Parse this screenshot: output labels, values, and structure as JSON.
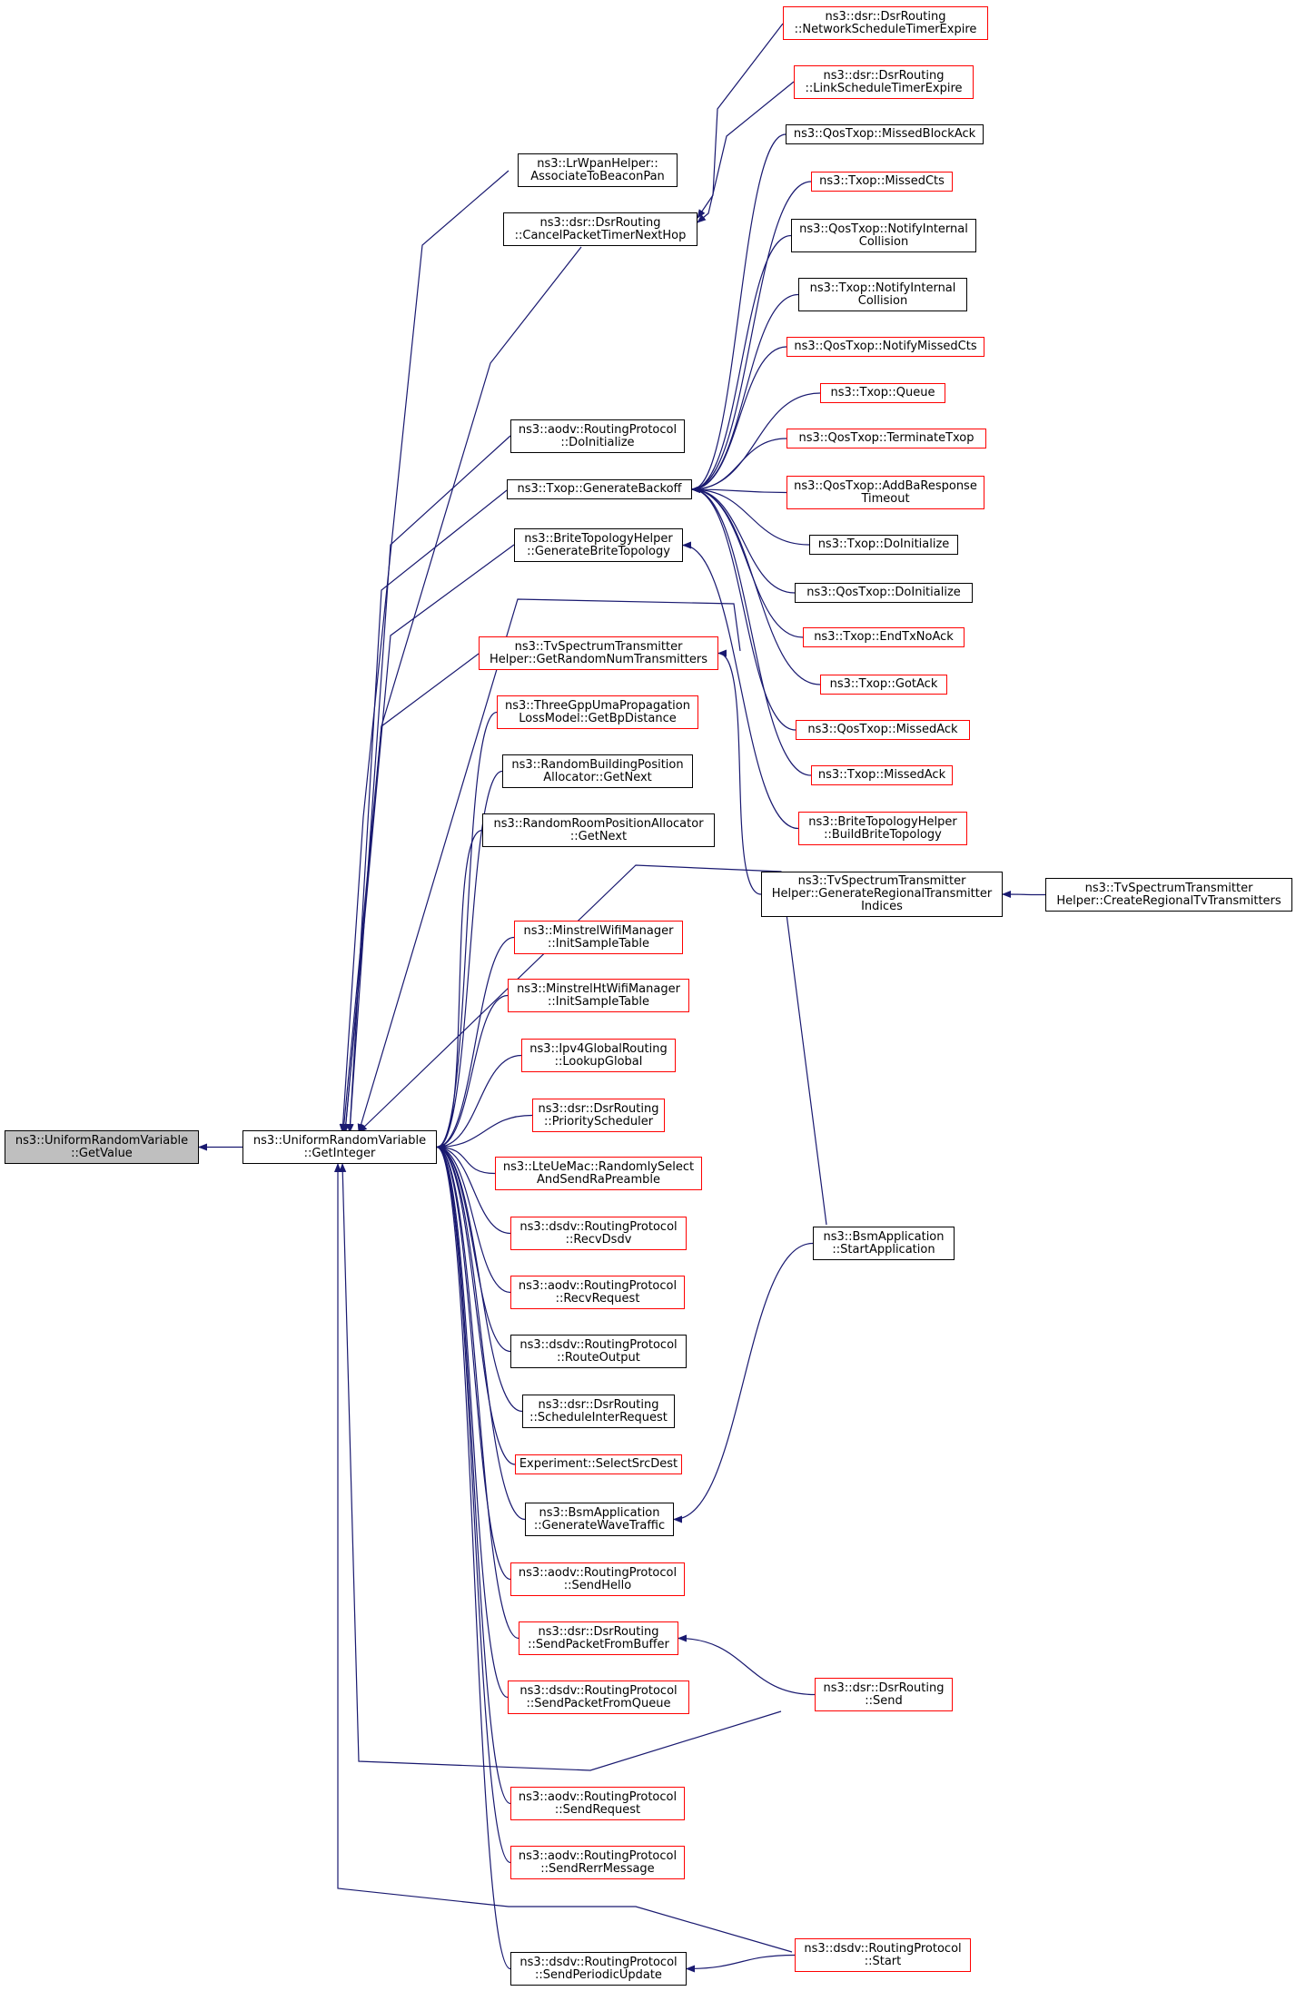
{
  "colors": {
    "edge": "#191970",
    "border_default": "#000000",
    "border_undocumented": "#ff0000",
    "root_fill": "#bfbfbf"
  },
  "nodes": [
    {
      "id": "getvalue",
      "lines": [
        "ns3::UniformRandomVariable",
        "::GetValue"
      ],
      "style": "root"
    },
    {
      "id": "getinteger",
      "lines": [
        "ns3::UniformRandomVariable",
        "::GetInteger"
      ],
      "style": "black"
    },
    {
      "id": "associate",
      "lines": [
        "ns3::LrWpanHelper::",
        "AssociateToBeaconPan"
      ],
      "style": "black"
    },
    {
      "id": "cancelpacket",
      "lines": [
        "ns3::dsr::DsrRouting",
        "::CancelPacketTimerNextHop"
      ],
      "style": "black"
    },
    {
      "id": "aodv-doinit",
      "lines": [
        "ns3::aodv::RoutingProtocol",
        "::DoInitialize"
      ],
      "style": "black"
    },
    {
      "id": "genbackoff",
      "lines": [
        "ns3::Txop::GenerateBackoff"
      ],
      "style": "black"
    },
    {
      "id": "genbrite",
      "lines": [
        "ns3::BriteTopologyHelper",
        "::GenerateBriteTopology"
      ],
      "style": "black"
    },
    {
      "id": "getrandomnum",
      "lines": [
        "ns3::TvSpectrumTransmitter",
        "Helper::GetRandomNumTransmitters"
      ],
      "style": "red"
    },
    {
      "id": "getbp",
      "lines": [
        "ns3::ThreeGppUmaPropagation",
        "LossModel::GetBpDistance"
      ],
      "style": "red"
    },
    {
      "id": "building-next",
      "lines": [
        "ns3::RandomBuildingPosition",
        "Allocator::GetNext"
      ],
      "style": "black"
    },
    {
      "id": "room-next",
      "lines": [
        "ns3::RandomRoomPositionAllocator",
        "::GetNext"
      ],
      "style": "black"
    },
    {
      "id": "minstrel-init",
      "lines": [
        "ns3::MinstrelWifiManager",
        "::InitSampleTable"
      ],
      "style": "red"
    },
    {
      "id": "minstrelht-init",
      "lines": [
        "ns3::MinstrelHtWifiManager",
        "::InitSampleTable"
      ],
      "style": "red"
    },
    {
      "id": "lookupglobal",
      "lines": [
        "ns3::Ipv4GlobalRouting",
        "::LookupGlobal"
      ],
      "style": "red"
    },
    {
      "id": "priority",
      "lines": [
        "ns3::dsr::DsrRouting",
        "::PriorityScheduler"
      ],
      "style": "red"
    },
    {
      "id": "ltemac",
      "lines": [
        "ns3::LteUeMac::RandomlySelect",
        "AndSendRaPreamble"
      ],
      "style": "red"
    },
    {
      "id": "dsdv-recv",
      "lines": [
        "ns3::dsdv::RoutingProtocol",
        "::RecvDsdv"
      ],
      "style": "red"
    },
    {
      "id": "aodv-recvreq",
      "lines": [
        "ns3::aodv::RoutingProtocol",
        "::RecvRequest"
      ],
      "style": "red"
    },
    {
      "id": "dsdv-routeout",
      "lines": [
        "ns3::dsdv::RoutingProtocol",
        "::RouteOutput"
      ],
      "style": "black"
    },
    {
      "id": "sched-inter",
      "lines": [
        "ns3::dsr::DsrRouting",
        "::ScheduleInterRequest"
      ],
      "style": "black"
    },
    {
      "id": "selectsrc",
      "lines": [
        "Experiment::SelectSrcDest"
      ],
      "style": "red"
    },
    {
      "id": "genwave",
      "lines": [
        "ns3::BsmApplication",
        "::GenerateWaveTraffic"
      ],
      "style": "black"
    },
    {
      "id": "aodv-sendhello",
      "lines": [
        "ns3::aodv::RoutingProtocol",
        "::SendHello"
      ],
      "style": "red"
    },
    {
      "id": "dsr-sendbuf",
      "lines": [
        "ns3::dsr::DsrRouting",
        "::SendPacketFromBuffer"
      ],
      "style": "red"
    },
    {
      "id": "dsdv-sendqueue",
      "lines": [
        "ns3::dsdv::RoutingProtocol",
        "::SendPacketFromQueue"
      ],
      "style": "red"
    },
    {
      "id": "aodv-sendreq",
      "lines": [
        "ns3::aodv::RoutingProtocol",
        "::SendRequest"
      ],
      "style": "red"
    },
    {
      "id": "aodv-senderr",
      "lines": [
        "ns3::aodv::RoutingProtocol",
        "::SendRerrMessage"
      ],
      "style": "red"
    },
    {
      "id": "dsdv-periodic",
      "lines": [
        "ns3::dsdv::RoutingProtocol",
        "::SendPeriodicUpdate"
      ],
      "style": "black"
    },
    {
      "id": "netsched",
      "lines": [
        "ns3::dsr::DsrRouting",
        "::NetworkScheduleTimerExpire"
      ],
      "style": "red"
    },
    {
      "id": "linksched",
      "lines": [
        "ns3::dsr::DsrRouting",
        "::LinkScheduleTimerExpire"
      ],
      "style": "red"
    },
    {
      "id": "missedblock",
      "lines": [
        "ns3::QosTxop::MissedBlockAck"
      ],
      "style": "black"
    },
    {
      "id": "missedcts",
      "lines": [
        "ns3::Txop::MissedCts"
      ],
      "style": "red"
    },
    {
      "id": "qos-notify",
      "lines": [
        "ns3::QosTxop::NotifyInternal",
        "Collision"
      ],
      "style": "black"
    },
    {
      "id": "txop-notify",
      "lines": [
        "ns3::Txop::NotifyInternal",
        "Collision"
      ],
      "style": "black"
    },
    {
      "id": "qos-missedcts",
      "lines": [
        "ns3::QosTxop::NotifyMissedCts"
      ],
      "style": "red"
    },
    {
      "id": "txop-queue",
      "lines": [
        "ns3::Txop::Queue"
      ],
      "style": "red"
    },
    {
      "id": "qos-terminate",
      "lines": [
        "ns3::QosTxop::TerminateTxop"
      ],
      "style": "red"
    },
    {
      "id": "qos-addba",
      "lines": [
        "ns3::QosTxop::AddBaResponse",
        "Timeout"
      ],
      "style": "red"
    },
    {
      "id": "txop-doinit",
      "lines": [
        "ns3::Txop::DoInitialize"
      ],
      "style": "black"
    },
    {
      "id": "qos-doinit",
      "lines": [
        "ns3::QosTxop::DoInitialize"
      ],
      "style": "black"
    },
    {
      "id": "txop-endtx",
      "lines": [
        "ns3::Txop::EndTxNoAck"
      ],
      "style": "red"
    },
    {
      "id": "txop-gotack",
      "lines": [
        "ns3::Txop::GotAck"
      ],
      "style": "red"
    },
    {
      "id": "qos-missedack",
      "lines": [
        "ns3::QosTxop::MissedAck"
      ],
      "style": "red"
    },
    {
      "id": "txop-missedack",
      "lines": [
        "ns3::Txop::MissedAck"
      ],
      "style": "red"
    },
    {
      "id": "buildbrite",
      "lines": [
        "ns3::BriteTopologyHelper",
        "::BuildBriteTopology"
      ],
      "style": "red"
    },
    {
      "id": "genregional",
      "lines": [
        "ns3::TvSpectrumTransmitter",
        "Helper::GenerateRegionalTransmitter",
        "Indices"
      ],
      "style": "black"
    },
    {
      "id": "startapp",
      "lines": [
        "ns3::BsmApplication",
        "::StartApplication"
      ],
      "style": "black"
    },
    {
      "id": "dsr-send",
      "lines": [
        "ns3::dsr::DsrRouting",
        "::Send"
      ],
      "style": "red"
    },
    {
      "id": "dsdv-start",
      "lines": [
        "ns3::dsdv::RoutingProtocol",
        "::Start"
      ],
      "style": "red"
    },
    {
      "id": "createregional",
      "lines": [
        "ns3::TvSpectrumTransmitter",
        "Helper::CreateRegionalTvTransmitters"
      ],
      "style": "black"
    }
  ],
  "edges": [
    {
      "from": "getinteger",
      "to": "getvalue"
    },
    {
      "from": "associate",
      "to": "getinteger"
    },
    {
      "from": "cancelpacket",
      "to": "getinteger"
    },
    {
      "from": "aodv-doinit",
      "to": "getinteger"
    },
    {
      "from": "genbackoff",
      "to": "getinteger"
    },
    {
      "from": "genbrite",
      "to": "getinteger"
    },
    {
      "from": "getrandomnum",
      "to": "getinteger"
    },
    {
      "from": "getbp",
      "to": "getinteger"
    },
    {
      "from": "building-next",
      "to": "getinteger"
    },
    {
      "from": "room-next",
      "to": "getinteger"
    },
    {
      "from": "minstrel-init",
      "to": "getinteger"
    },
    {
      "from": "minstrelht-init",
      "to": "getinteger"
    },
    {
      "from": "lookupglobal",
      "to": "getinteger"
    },
    {
      "from": "priority",
      "to": "getinteger"
    },
    {
      "from": "ltemac",
      "to": "getinteger"
    },
    {
      "from": "dsdv-recv",
      "to": "getinteger"
    },
    {
      "from": "aodv-recvreq",
      "to": "getinteger"
    },
    {
      "from": "dsdv-routeout",
      "to": "getinteger"
    },
    {
      "from": "sched-inter",
      "to": "getinteger"
    },
    {
      "from": "selectsrc",
      "to": "getinteger"
    },
    {
      "from": "genwave",
      "to": "getinteger"
    },
    {
      "from": "aodv-sendhello",
      "to": "getinteger"
    },
    {
      "from": "dsr-sendbuf",
      "to": "getinteger"
    },
    {
      "from": "dsdv-sendqueue",
      "to": "getinteger"
    },
    {
      "from": "aodv-sendreq",
      "to": "getinteger"
    },
    {
      "from": "aodv-senderr",
      "to": "getinteger"
    },
    {
      "from": "dsdv-periodic",
      "to": "getinteger"
    },
    {
      "from": "genregional",
      "to": "getinteger"
    },
    {
      "from": "startapp",
      "to": "getinteger"
    },
    {
      "from": "dsr-send",
      "to": "getinteger"
    },
    {
      "from": "dsdv-start",
      "to": "getinteger"
    },
    {
      "from": "netsched",
      "to": "cancelpacket"
    },
    {
      "from": "linksched",
      "to": "cancelpacket"
    },
    {
      "from": "missedblock",
      "to": "genbackoff"
    },
    {
      "from": "missedcts",
      "to": "genbackoff"
    },
    {
      "from": "qos-notify",
      "to": "genbackoff"
    },
    {
      "from": "txop-notify",
      "to": "genbackoff"
    },
    {
      "from": "qos-missedcts",
      "to": "genbackoff"
    },
    {
      "from": "txop-queue",
      "to": "genbackoff"
    },
    {
      "from": "qos-terminate",
      "to": "genbackoff"
    },
    {
      "from": "qos-addba",
      "to": "genbackoff"
    },
    {
      "from": "txop-doinit",
      "to": "genbackoff"
    },
    {
      "from": "qos-doinit",
      "to": "genbackoff"
    },
    {
      "from": "txop-endtx",
      "to": "genbackoff"
    },
    {
      "from": "txop-gotack",
      "to": "genbackoff"
    },
    {
      "from": "qos-missedack",
      "to": "genbackoff"
    },
    {
      "from": "txop-missedack",
      "to": "genbackoff"
    },
    {
      "from": "buildbrite",
      "to": "genbrite"
    },
    {
      "from": "genregional",
      "to": "getrandomnum"
    },
    {
      "from": "createregional",
      "to": "genregional"
    },
    {
      "from": "startapp",
      "to": "genwave"
    },
    {
      "from": "dsr-send",
      "to": "dsr-sendbuf"
    },
    {
      "from": "dsdv-start",
      "to": "dsdv-periodic"
    }
  ]
}
